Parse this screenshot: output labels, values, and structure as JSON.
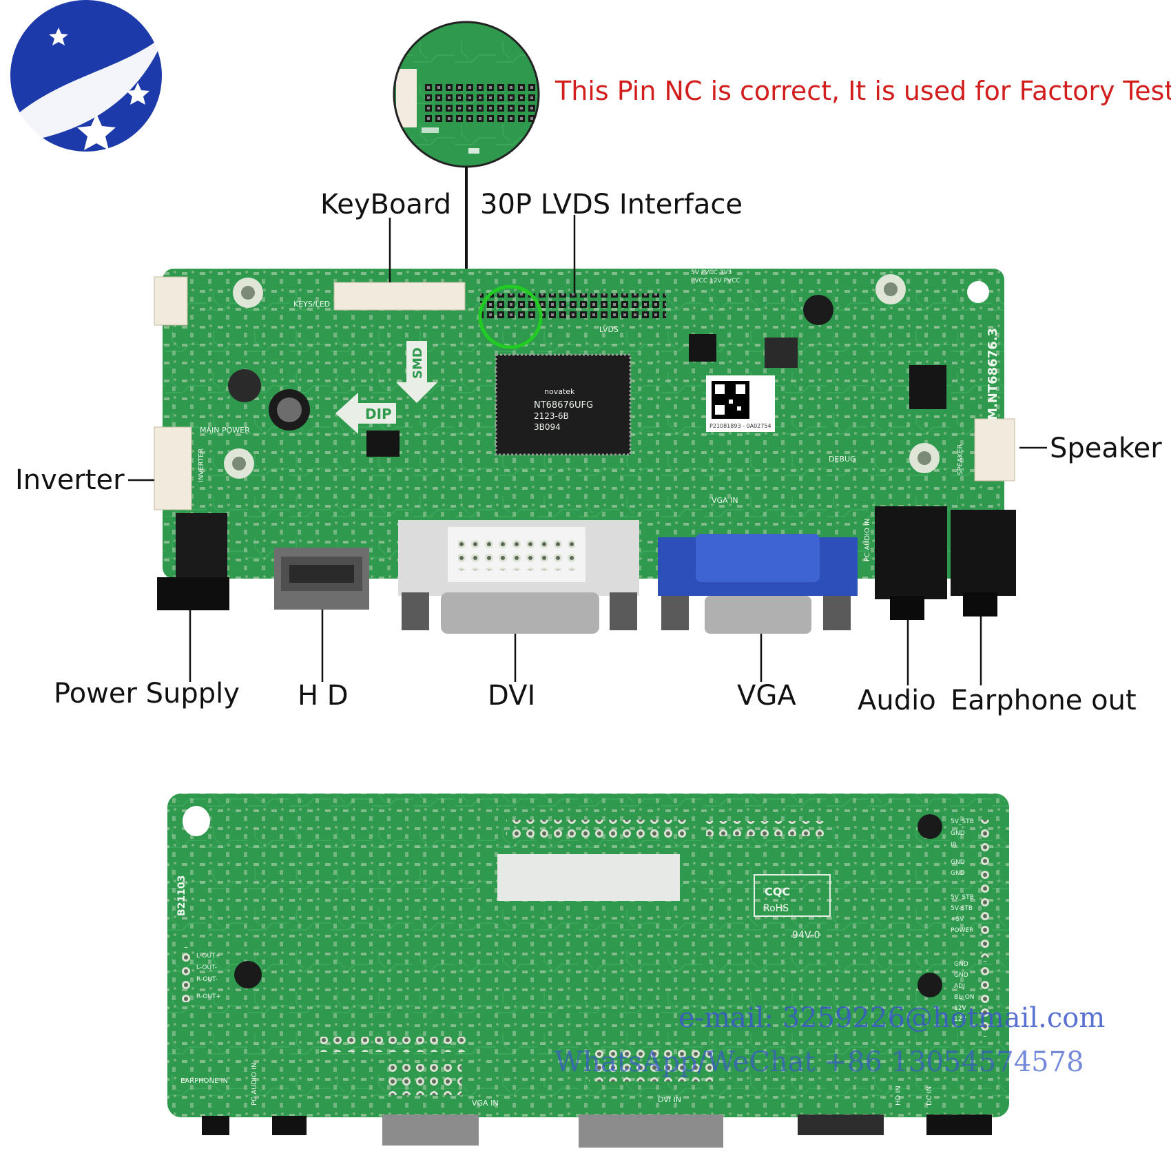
{
  "brand_colors": {
    "logo_blue": "#1c3aa9",
    "pcb_green": "#2f9a4e",
    "pcb_dark": "#1f7a3a",
    "note_red": "#d21d1d",
    "highlight_green": "#22cc22",
    "vga_blue": "#2d4fb8",
    "watermark_blue": "#3b58c9"
  },
  "icons": [
    "star-icon",
    "qr-code-icon"
  ],
  "note": "This Pin NC is correct, It is used for Factory Test.",
  "callouts": {
    "keyboard": "KeyBoard",
    "lvds": "30P LVDS Interface",
    "speaker": "Speaker",
    "inverter": "Inverter",
    "power_supply": "Power Supply",
    "hd": "H D",
    "dvi": "DVI",
    "vga": "VGA",
    "audio": "Audio",
    "earphone": "Earphone out"
  },
  "front_board": {
    "model": "M.NT68676.3",
    "chip_brand": "novatek",
    "chip_part": "NT68676UFG",
    "chip_lot": "2123-6B",
    "chip_code": "3B094",
    "arrow_dip": "DIP",
    "arrow_smd": "SMD",
    "silk_keysled": "KEYS/LED",
    "silk_lvds": "LVDS",
    "silk_main_power": "MAIN POWER",
    "silk_inverter": "INVERTER",
    "silk_speaker": "SPEAKER",
    "silk_debug": "DEBUG",
    "silk_vga_in": "VGA IN",
    "silk_pc_audio_in": "PC AUDIO IN",
    "silk_power_header": "5V PVCC 3V3",
    "silk_power_header2": "PVCC 12V PVCC",
    "qr_caption": "P21081893 - 0A02754"
  },
  "back_board": {
    "code": "B21103",
    "cert1": "CQC",
    "cert2": "RoHS",
    "cert3": "94V-0",
    "silk_vga_in": "VGA IN",
    "silk_dvi_in": "DVI IN",
    "silk_earphone_in": "EARPHONE IN",
    "silk_pc_audio_in": "PC AUDIO IN",
    "silk_hd_in": "HD IN",
    "silk_dc_in": "DC IN",
    "pin_labels": [
      "5V_STB",
      "GND",
      "IR",
      "GND",
      "GND",
      "5V_STB",
      "5V-STB",
      "+5V",
      "POWER",
      "GND",
      "GND",
      "ADJ",
      "BL_ON",
      "12V",
      "12V"
    ],
    "audio_labels": [
      "L-OUT+",
      "L-OUT-",
      "R-OUT-",
      "R-OUT+"
    ]
  },
  "watermark": {
    "email": "e-mail: 3259226@hotmail.com",
    "whatsapp": "WhatsApp/WeChat +86 13054574578"
  }
}
